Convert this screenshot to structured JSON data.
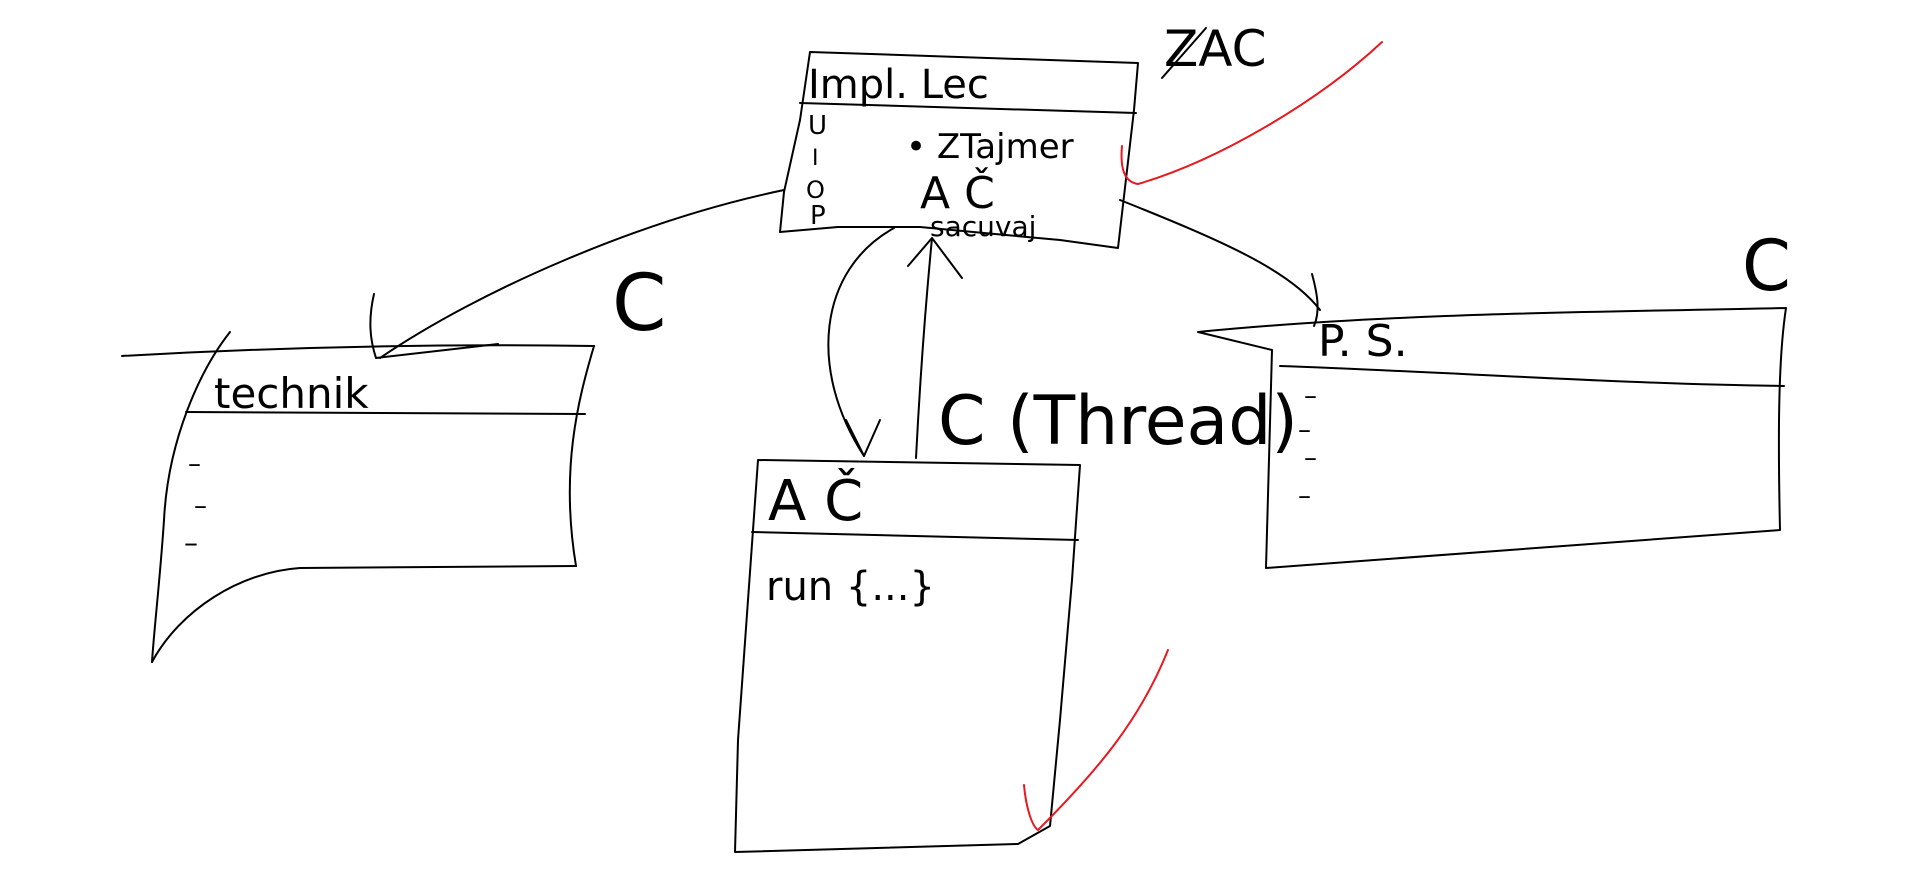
{
  "diagram": {
    "top_box": {
      "title": "Impl. Lec",
      "annotation": "ZAC",
      "left_marks": [
        "U",
        "I",
        "O",
        "P"
      ],
      "lines": [
        "• ZTajmer",
        "A Č",
        "sacuvaj"
      ]
    },
    "left_box": {
      "title": "technik",
      "markers": [
        "–",
        "–",
        "–"
      ]
    },
    "left_box_label": "C",
    "middle_box": {
      "title": "A Č",
      "body": "run {...}"
    },
    "middle_box_label": "C (Thread)",
    "right_box": {
      "title": "P. S.",
      "markers": [
        "–",
        "–",
        "–",
        "–"
      ]
    },
    "right_box_label": "C"
  },
  "colors": {
    "ink": "#000000",
    "check": "#e8181f",
    "background": "#ffffff"
  }
}
